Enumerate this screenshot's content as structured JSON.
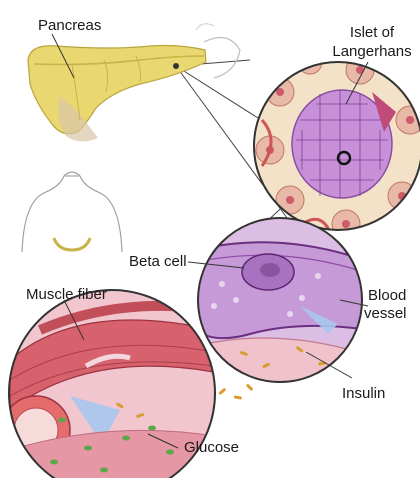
{
  "labels": {
    "pancreas": "Pancreas",
    "islet_line1": "Islet of",
    "islet_line2": "Langerhans",
    "beta_cell": "Beta cell",
    "blood_line1": "Blood",
    "blood_line2": "vessel",
    "muscle_fiber": "Muscle fiber",
    "insulin": "Insulin",
    "glucose": "Glucose"
  },
  "colors": {
    "pancreas": "#e6d46a",
    "islet": "#c88ed8",
    "beta_cell": "#b57cc9",
    "muscle": "#d5646e",
    "insulin": "#d99a2e",
    "glucose": "#5aa84a"
  }
}
